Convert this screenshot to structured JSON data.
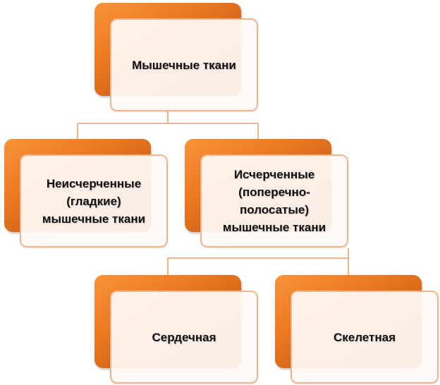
{
  "diagram": {
    "root": {
      "label": "Мышечные ткани"
    },
    "smooth": {
      "lines": [
        "Неисчерченные",
        "(гладкие)",
        "мышечные ткани"
      ]
    },
    "striated": {
      "lines": [
        "Исчерченные",
        "(поперечно-",
        "полосатые)",
        "мышечные ткани"
      ]
    },
    "cardiac": {
      "label": "Сердечная"
    },
    "skeletal": {
      "label": "Скелетная"
    }
  },
  "colors": {
    "accent": "#ec7a22",
    "connector": "#f2b48b",
    "card_border": "#f2b48b"
  }
}
